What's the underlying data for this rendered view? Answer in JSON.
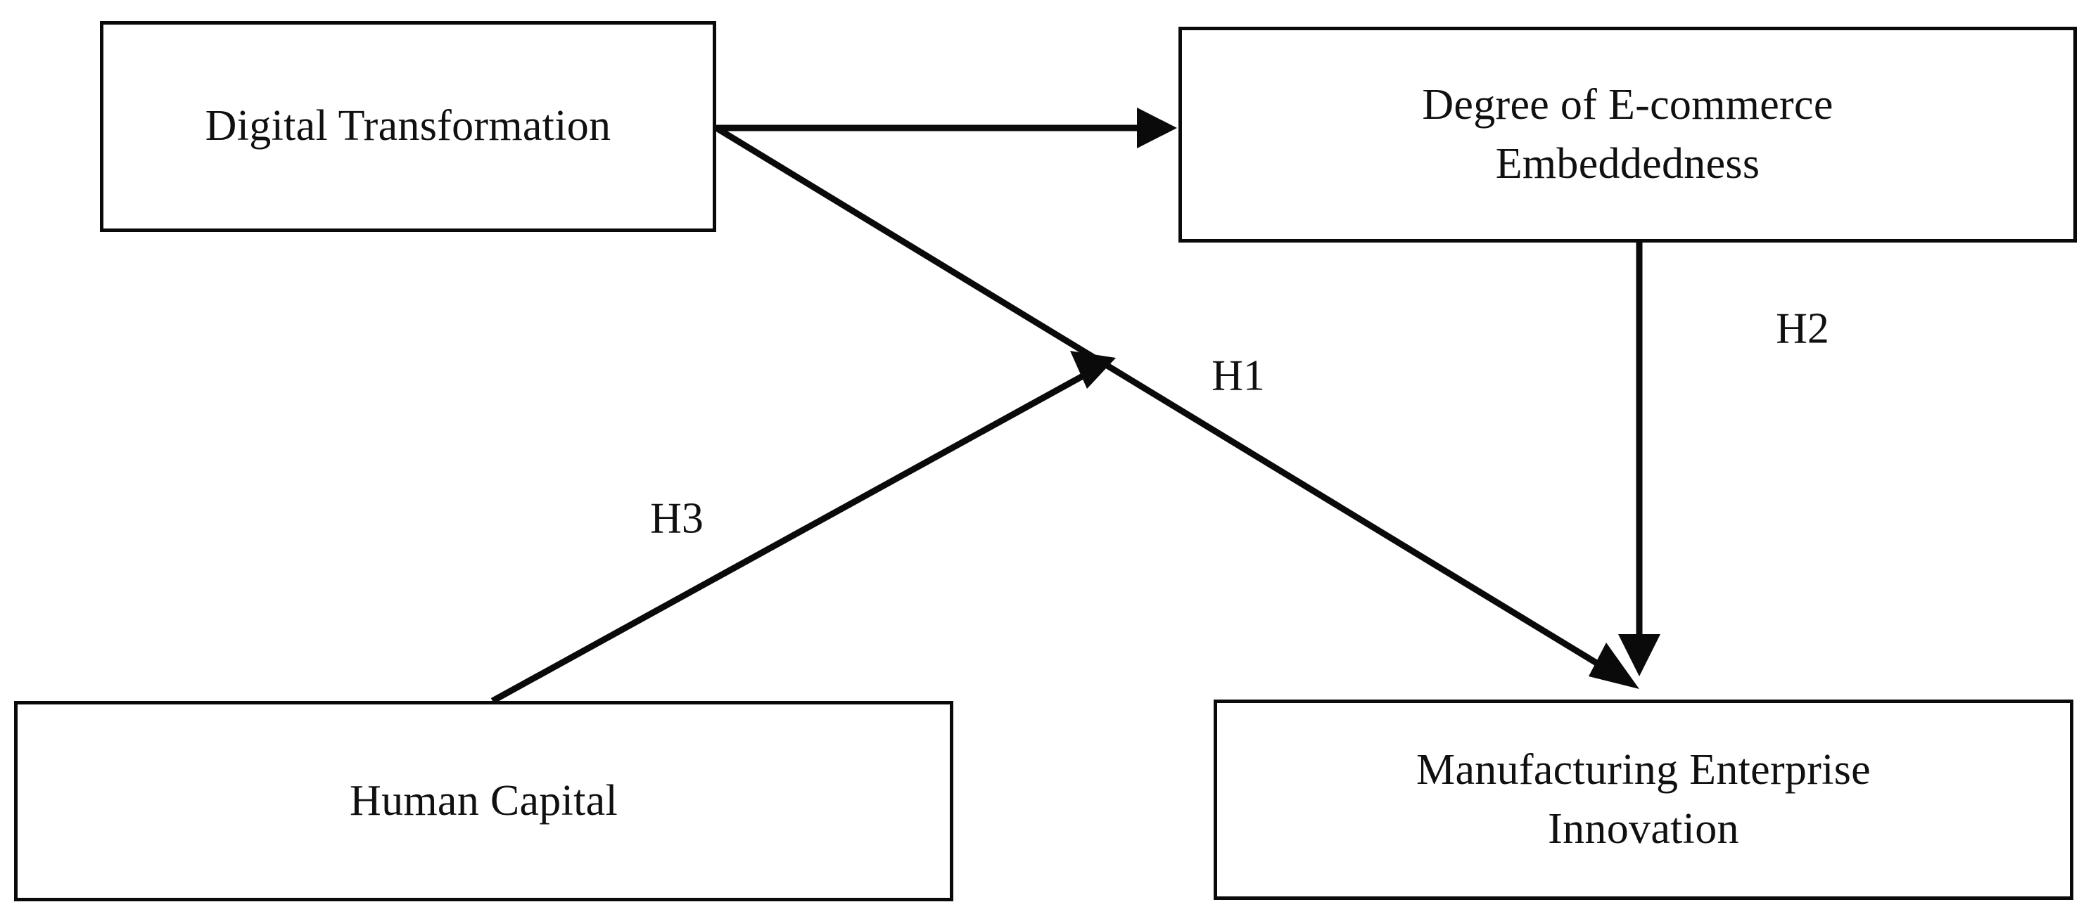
{
  "diagram": {
    "type": "conceptual-research-model",
    "background_color": "#ffffff",
    "stroke_color": "#0a0a0a",
    "nodes": [
      {
        "id": "digital-transformation",
        "label": "Digital Transformation",
        "position": "top-left"
      },
      {
        "id": "ecommerce-embeddedness",
        "label": "Degree of E-commerce\nEmbeddedness",
        "position": "top-right"
      },
      {
        "id": "human-capital",
        "label": "Human Capital",
        "position": "bottom-left"
      },
      {
        "id": "manufacturing-enterprise-innovation",
        "label": "Manufacturing Enterprise\nInnovation",
        "position": "bottom-right"
      }
    ],
    "edges": [
      {
        "id": "dt-to-ecommerce",
        "from": "digital-transformation",
        "to": "ecommerce-embeddedness",
        "label": "",
        "style": "solid-arrow"
      },
      {
        "id": "dt-to-innovation",
        "from": "digital-transformation",
        "to": "manufacturing-enterprise-innovation",
        "label": "H1",
        "style": "solid-arrow"
      },
      {
        "id": "ecommerce-to-innovation",
        "from": "ecommerce-embeddedness",
        "to": "manufacturing-enterprise-innovation",
        "label": "H2",
        "style": "solid-arrow"
      },
      {
        "id": "human-capital-to-h1-path",
        "from": "human-capital",
        "to": "dt-to-innovation",
        "label": "H3",
        "style": "solid-arrow-moderator"
      }
    ],
    "hypothesis_labels": [
      {
        "id": "h1",
        "text": "H1"
      },
      {
        "id": "h2",
        "text": "H2"
      },
      {
        "id": "h3",
        "text": "H3"
      }
    ]
  }
}
